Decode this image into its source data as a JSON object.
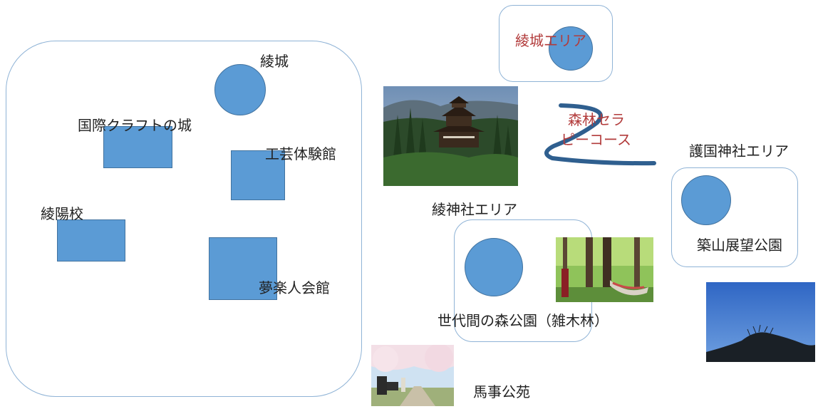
{
  "labels": {
    "ryojo": "綾城",
    "kokusai_craft": "国際クラフトの城",
    "kogei": "工芸体験館",
    "ryoyo": "綾陽校",
    "muraku": "夢楽人会館",
    "ryojo_area": "綾城エリア",
    "forest_therapy_line1": "森林セラ",
    "forest_therapy_line2": "ピーコース",
    "gokoku_area": "護国神社エリア",
    "tsukiyama": "築山展望公園",
    "aya_shrine_area": "綾神社エリア",
    "sedaikan": "世代間の森公園（雑木林）",
    "bajikoen": "馬事公苑"
  },
  "colors": {
    "shape_fill": "#5b9bd5",
    "shape_stroke": "#41729f",
    "frame_stroke": "#8fb3d6",
    "route_stroke": "#2f5f8f",
    "accent_text": "#b23b3b"
  }
}
